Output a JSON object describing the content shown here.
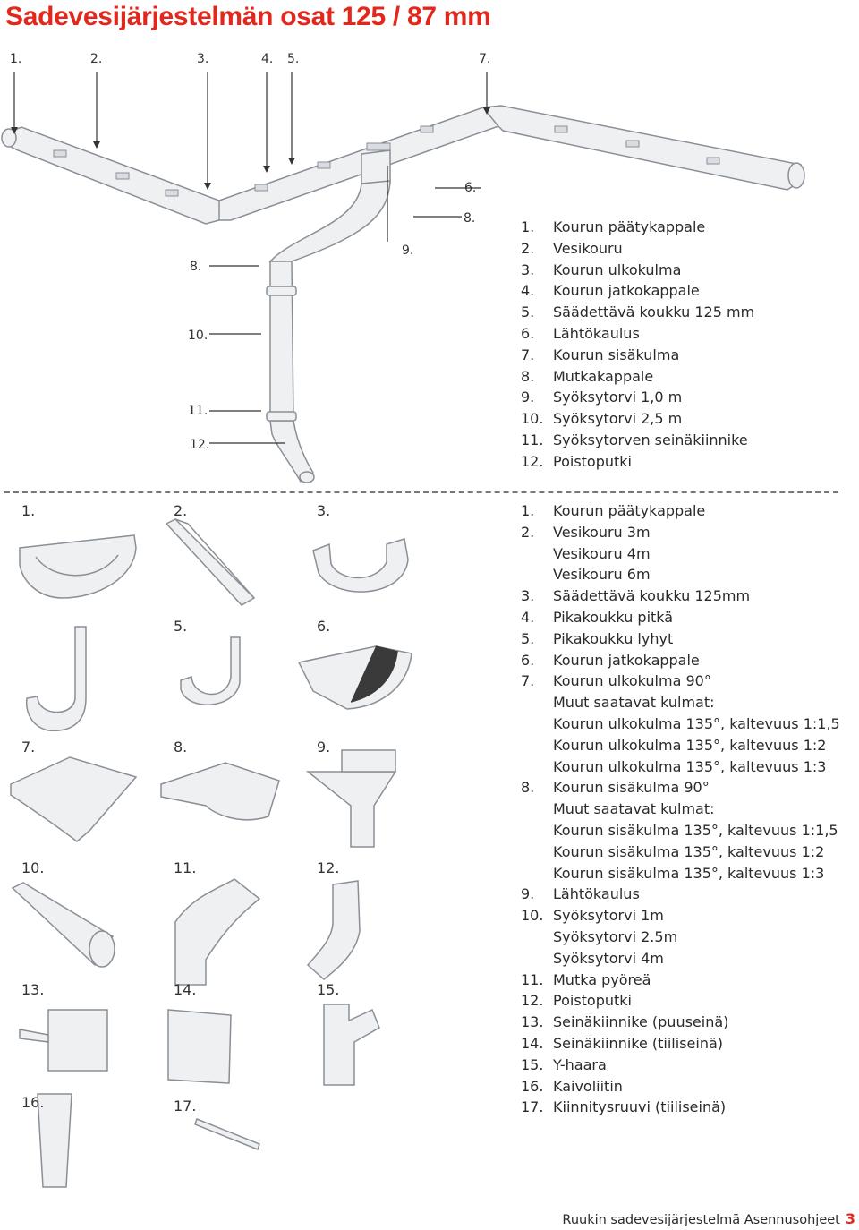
{
  "title": "Sadevesijärjestelmän osat 125 / 87 mm",
  "diagram_callouts": {
    "c1": "1.",
    "c2": "2.",
    "c3": "3.",
    "c4": "4.",
    "c5": "5.",
    "c7": "7.",
    "c6": "6.",
    "c8a": "8.",
    "c9": "9.",
    "c8b": "8.",
    "c10": "10.",
    "c11": "11.",
    "c12": "12."
  },
  "system_parts": [
    {
      "num": "1.",
      "label": "Kourun päätykappale"
    },
    {
      "num": "2.",
      "label": "Vesikouru"
    },
    {
      "num": "3.",
      "label": "Kourun ulkokulma"
    },
    {
      "num": "4.",
      "label": "Kourun jatkokappale"
    },
    {
      "num": "5.",
      "label": "Säädettävä koukku 125 mm"
    },
    {
      "num": "6.",
      "label": "Lähtökaulus"
    },
    {
      "num": "7.",
      "label": "Kourun sisäkulma"
    },
    {
      "num": "8.",
      "label": "Mutkakappale"
    },
    {
      "num": "9.",
      "label": "Syöksytorvi 1,0 m"
    },
    {
      "num": "10.",
      "label": "Syöksytorvi 2,5 m"
    },
    {
      "num": "11.",
      "label": "Syöksytorven seinäkiinnike"
    },
    {
      "num": "12.",
      "label": "Poistoputki"
    }
  ],
  "product_labels": [
    "1.",
    "2.",
    "3.",
    "5.",
    "6.",
    "7.",
    "8.",
    "9.",
    "10.",
    "11.",
    "12.",
    "13.",
    "14.",
    "15.",
    "16.",
    "17."
  ],
  "products": {
    "p1": "1.",
    "p1a": "Kourun päätykappale",
    "p2": "2.",
    "p2a": "Vesikouru 3m",
    "p2b": "Vesikouru 4m",
    "p2c": "Vesikouru 6m",
    "p3": "3.",
    "p3a": "Säädettävä koukku 125mm",
    "p4": "4.",
    "p4a": "Pikakoukku pitkä",
    "p5": "5.",
    "p5a": "Pikakoukku lyhyt",
    "p6": "6.",
    "p6a": "Kourun jatkokappale",
    "p7": "7.",
    "p7a": "Kourun ulkokulma 90°",
    "p7b": "Muut saatavat kulmat:",
    "p7c": "Kourun ulkokulma 135°, kaltevuus 1:1,5",
    "p7d": "Kourun ulkokulma 135°, kaltevuus 1:2",
    "p7e": "Kourun ulkokulma 135°, kaltevuus 1:3",
    "p8": "8.",
    "p8a": "Kourun sisäkulma 90°",
    "p8b": "Muut saatavat kulmat:",
    "p8c": "Kourun sisäkulma 135°, kaltevuus 1:1,5",
    "p8d": "Kourun sisäkulma 135°, kaltevuus 1:2",
    "p8e": "Kourun sisäkulma 135°, kaltevuus 1:3",
    "p9": "9.",
    "p9a": "Lähtökaulus",
    "p10": "10.",
    "p10a": "Syöksytorvi 1m",
    "p10b": "Syöksytorvi 2.5m",
    "p10c": "Syöksytorvi 4m",
    "p11": "11.",
    "p11a": "Mutka pyöreä",
    "p12": "12.",
    "p12a": "Poistoputki",
    "p13": "13.",
    "p13a": "Seinäkiinnike (puuseinä)",
    "p14": "14.",
    "p14a": "Seinäkiinnike (tiiliseinä)",
    "p15": "15.",
    "p15a": "Y-haara",
    "p16": "16.",
    "p16a": "Kaivoliitin",
    "p17": "17.",
    "p17a": "Kiinnitysruuvi (tiiliseinä)"
  },
  "footer": {
    "text": "Ruukin sadevesijärjestelmä Asennusohjeet",
    "page": "3"
  },
  "colors": {
    "title": "#e2271c",
    "part_fill": "#eef0f2",
    "part_stroke": "#8a8f96",
    "dark_part": "#3a3a3a"
  }
}
